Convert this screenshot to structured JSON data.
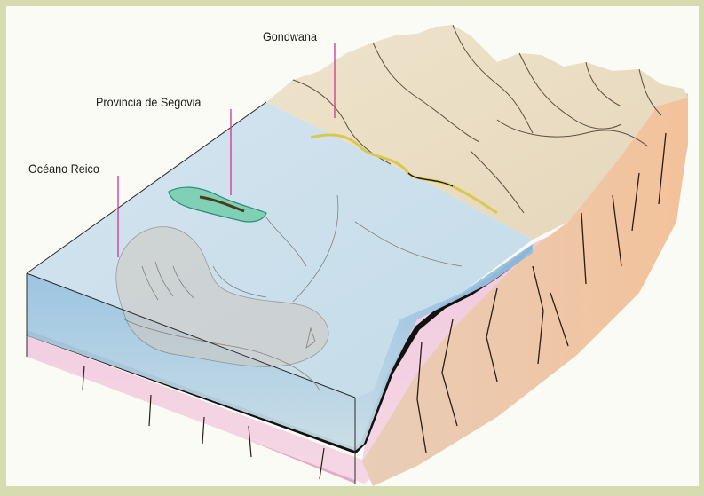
{
  "labels": {
    "gondwana": "Gondwana",
    "segovia": "Provincia de Segovia",
    "oceano": "Océano Reico"
  },
  "colors": {
    "frame_background": "#d7dcb0",
    "panel_background": "#fbfbf5",
    "ocean_surface": "#cfe2ee",
    "ocean_front": "#9dc3e2",
    "land": "#e9dcc3",
    "cliff": "#f1c9a3",
    "bedrock": "#e9b8d2",
    "leader_line": "#d1348f",
    "island_green": "#7fd0b4"
  }
}
